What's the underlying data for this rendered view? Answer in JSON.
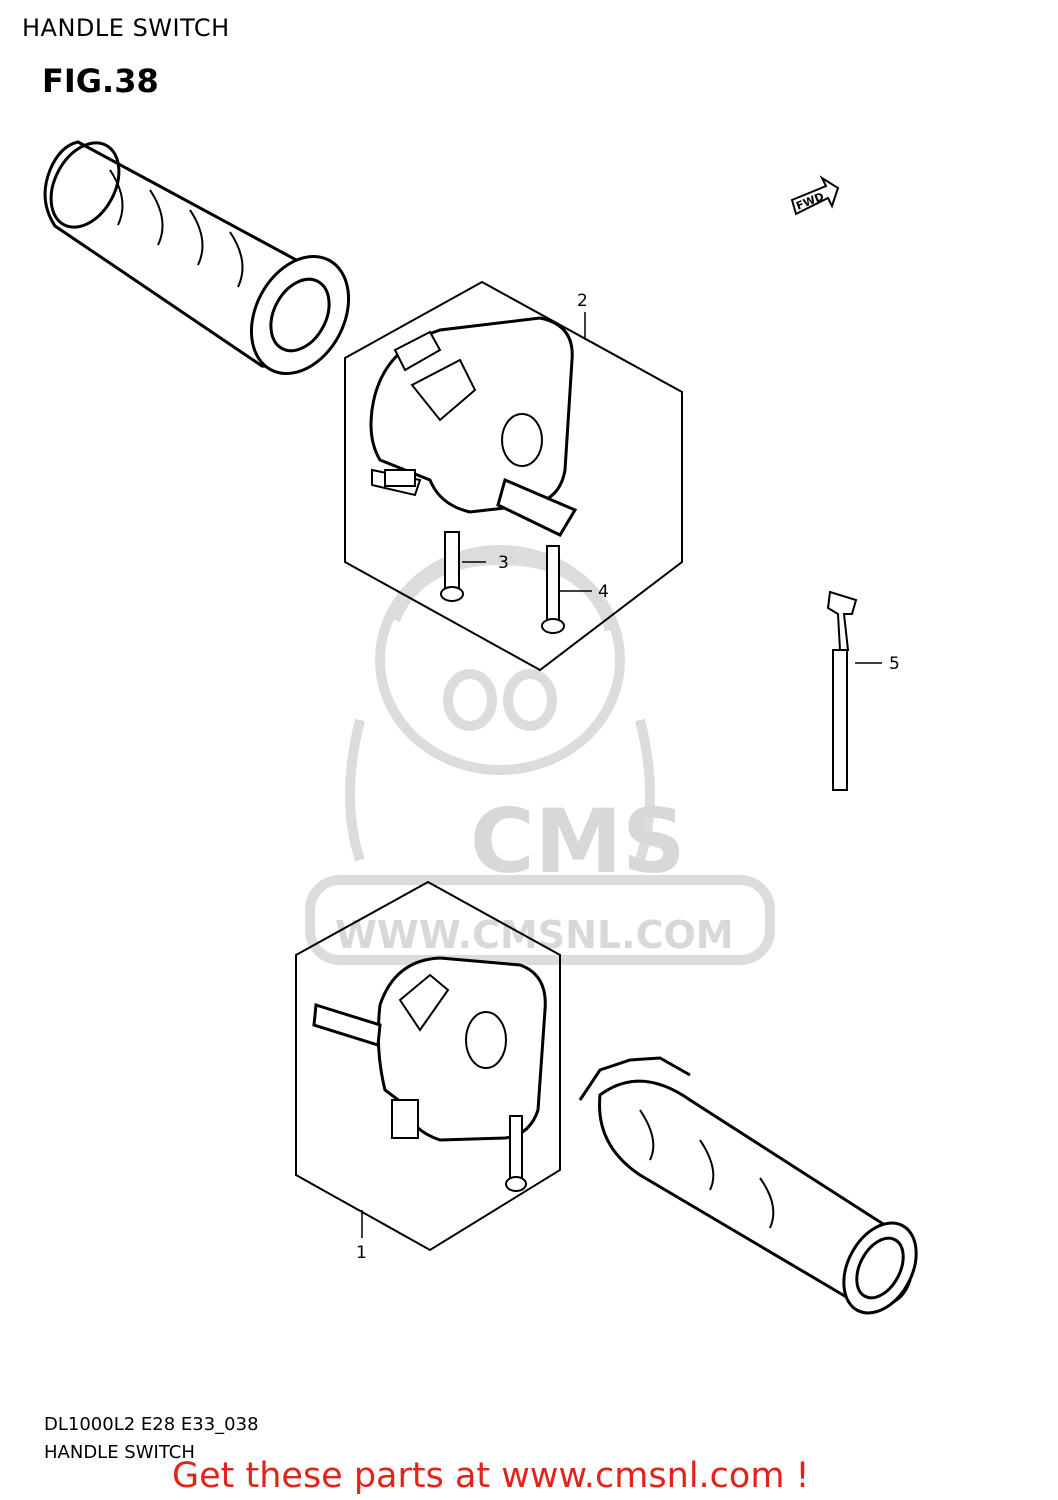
{
  "header": {
    "title": "HANDLE SWITCH"
  },
  "figure": {
    "label": "FIG.38"
  },
  "fwd_marker": "FWD",
  "callouts": [
    {
      "id": "1",
      "text": "1"
    },
    {
      "id": "2",
      "text": "2"
    },
    {
      "id": "3",
      "text": "3"
    },
    {
      "id": "4",
      "text": "4"
    },
    {
      "id": "5",
      "text": "5"
    }
  ],
  "watermark": {
    "logo_text": "CMS",
    "url_text": "WWW.CMSNL.COM"
  },
  "footer": {
    "model_code": "DL1000L2 E28 E33_038",
    "title": "HANDLE SWITCH"
  },
  "banner": {
    "text": "Get these parts at www.cmsnl.com !",
    "color": "#e2231a"
  },
  "colors": {
    "line": "#000000",
    "watermark": "#d8d8d8",
    "banner": "#e2231a"
  }
}
